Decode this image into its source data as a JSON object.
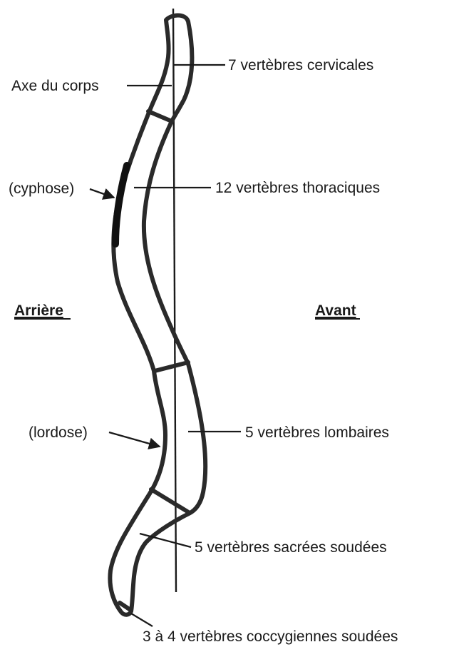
{
  "labels": {
    "body_axis": "Axe du corps",
    "cervical": "7 vertèbres cervicales",
    "kyphosis": "(cyphose)",
    "thoracic": "12 vertèbres thoraciques",
    "back": "Arrière",
    "front": "Avant",
    "lordosis": "(lordose)",
    "lumbar": "5 vertèbres lombaires",
    "sacral": "5 vertèbres sacrées soudées",
    "coccygeal": "3 à 4 vertèbres coccygiennes soudées"
  }
}
